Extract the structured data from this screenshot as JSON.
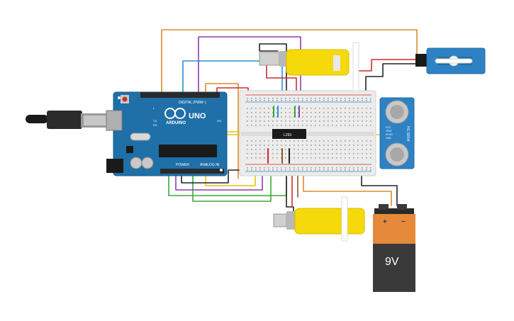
{
  "arduino": {
    "brand": "ARDUINO",
    "model": "UNO",
    "digital_label": "DIGITAL (PWM~)",
    "power_label": "POWER",
    "analog_label": "ANALOG IN",
    "tx_label": "TX",
    "rx_label": "RX",
    "on_label": "ON",
    "l_label": "L"
  },
  "driver_chip": {
    "label": "L293"
  },
  "sensor": {
    "pins": [
      "VCC",
      "TRIG",
      "ECHO",
      "GND"
    ],
    "model": "HC-SR04"
  },
  "battery": {
    "voltage": "9V",
    "plus": "+",
    "minus": "−"
  },
  "colors": {
    "board": "#1f6fa8",
    "breadboard": "#ececec",
    "motor_yellow": "#f5d90a",
    "battery_orange": "#e58a3b",
    "battery_dark": "#3a3a3a",
    "wire_orange": "#e08a2a",
    "wire_purple": "#8a3fae",
    "wire_blue": "#2a8fd6",
    "wire_red": "#d42a2a",
    "wire_black": "#222222",
    "wire_green": "#3aa83a",
    "wire_yellow": "#e8c400",
    "wire_brown": "#8a5a2a"
  }
}
